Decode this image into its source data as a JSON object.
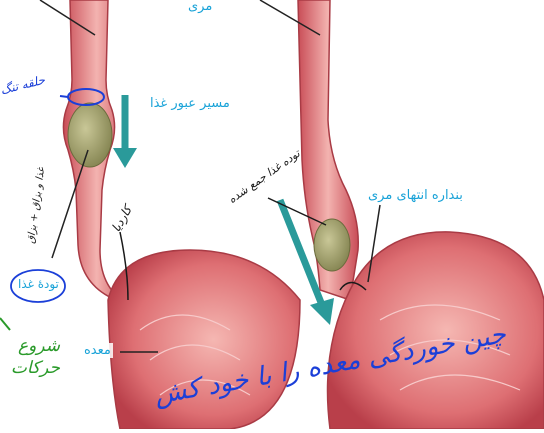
{
  "labels": {
    "esophagus": "مری",
    "food_path": "مسیر عبور غذا",
    "sphincter": "بنداره انتهای مری",
    "bolus": "تودهٔ غذا",
    "stomach": "معده"
  },
  "handwriting": {
    "ring": "حلقه تنگ",
    "cardia": "کاردیا",
    "peristalsis": "غذا و بزاق + بزاق",
    "bolus_note": "توده غذا جمع شده",
    "relax_note": "چین خوردگی معده را با خود کش",
    "green_note": "شروع حرکات"
  },
  "colors": {
    "printed_label": "#1aa3d8",
    "ink_blue": "#1b3fd8",
    "ink_green": "#2a9a2a",
    "tissue": "#d9636b",
    "tissue_light": "#f1a6a6",
    "bolus": "#a9a86a",
    "arrow": "#2a9a9a"
  }
}
